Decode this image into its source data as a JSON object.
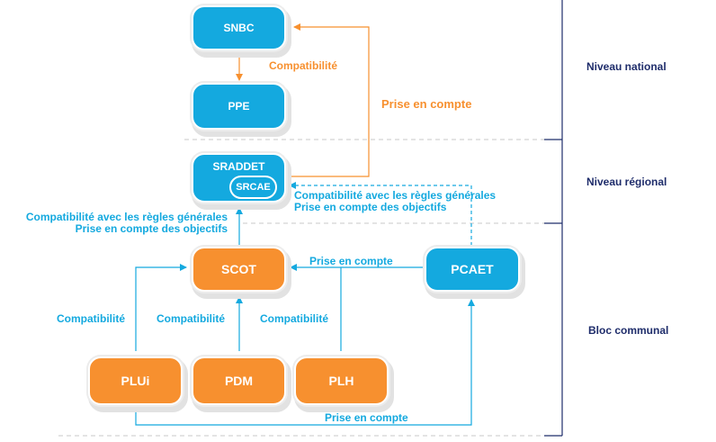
{
  "nodes": {
    "snbc": "SNBC",
    "ppe": "PPE",
    "sraddet": "SRADDET",
    "srcae": "SRCAE",
    "scot": "SCOT",
    "pcaet": "PCAET",
    "plui": "PLUi",
    "pdm": "PDM",
    "plh": "PLH"
  },
  "links": {
    "snbc_ppe": "Compatibilité",
    "pcaet_snbc": "Prise en compte",
    "pcaet_sraddet_line1": "Compatibilité avec les règles générales",
    "pcaet_sraddet_line2": "Prise en compte des objectifs",
    "scot_sraddet_line1": "Compatibilité avec les règles générales",
    "scot_sraddet_line2": "Prise en compte des objectifs",
    "pcaet_scot": "Prise en compte",
    "plui_scot": "Compatibilité",
    "pdm_scot": "Compatibilité",
    "plh_scot": "Compatibilité",
    "plui_pcaet": "Prise en compte"
  },
  "levels": {
    "national": "Niveau national",
    "regional": "Niveau régional",
    "communal": "Bloc communal"
  },
  "colors": {
    "blue": "#14a9df",
    "orange": "#f7902f",
    "navy": "#1f2d6b",
    "divider": "#c8c8c8"
  }
}
